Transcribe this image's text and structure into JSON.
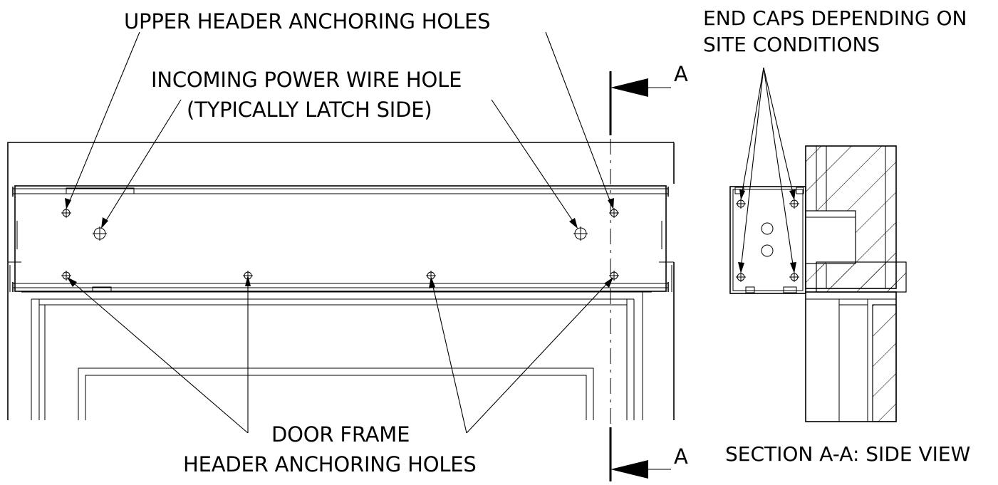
{
  "labels": {
    "upper_header_holes": "UPPER HEADER ANCHORING HOLES",
    "power_wire_line1": "INCOMING POWER WIRE HOLE",
    "power_wire_line2": "(TYPICALLY LATCH SIDE)",
    "door_frame_line1": "DOOR FRAME",
    "door_frame_line2": "HEADER ANCHORING HOLES",
    "end_caps_line1": "END CAPS DEPENDING ON",
    "end_caps_line2": "SITE CONDITIONS",
    "section_title": "SECTION A-A: SIDE VIEW",
    "section_marker_top": "A",
    "section_marker_bottom": "A"
  }
}
